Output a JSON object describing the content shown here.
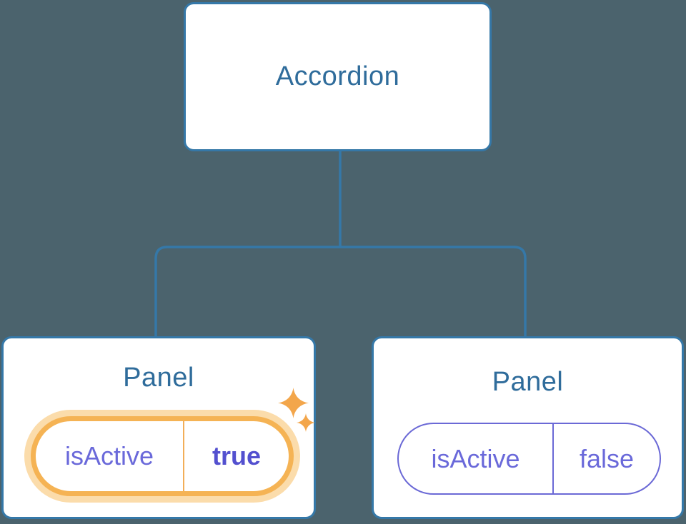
{
  "colors": {
    "background": "#4b636d",
    "node-border": "#3578a8",
    "node-fill": "#ffffff",
    "title-text": "#2f6c9b",
    "state-text": "#6a69da",
    "state-value-active": "#5350cf",
    "state-border": "#6b69d6",
    "highlight-orange": "#f5b354",
    "highlight-glow": "#fbdcab",
    "highlight-divider": "#f2ae58",
    "sparkle": "#f3a64b"
  },
  "tree": {
    "root": {
      "label": "Accordion"
    },
    "panels": [
      {
        "title": "Panel",
        "state": {
          "key": "isActive",
          "value": "true"
        },
        "highlighted": true
      },
      {
        "title": "Panel",
        "state": {
          "key": "isActive",
          "value": "false"
        },
        "highlighted": false
      }
    ]
  }
}
